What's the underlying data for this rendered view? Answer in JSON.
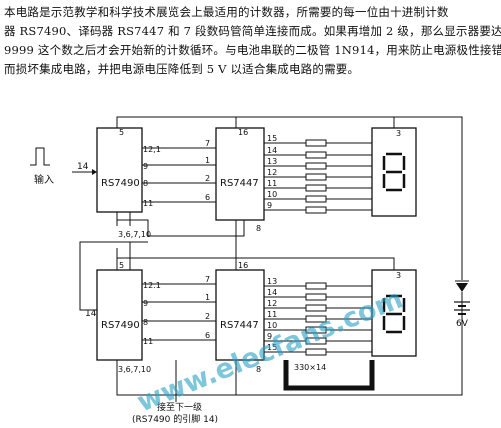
{
  "paragraph": [
    "本电路是示范教学和科学技术展览会上最适用的计数器，所需要的每一位由十进制计数",
    "器 RS7490、译码器 RS7447 和 7 段数码管简单连接而成。如果再增加 2 级，那么显示器要达到",
    "9999 这个数之后才会开始新的计数循环。与电池串联的二极管 1N914，用来防止电源极性接错",
    "而损坏集成电路，并把电源电压降低到 5 V 以适合集成电路的需要。"
  ],
  "input_label": "输入",
  "counter_label": "RS7490",
  "decoder_label": "RS7447",
  "stage1": {
    "counter_pins": {
      "vcc": "5",
      "in": "14",
      "q_a": "12,1",
      "q_b": "9",
      "q_c": "8",
      "q_d": "11",
      "gnd": "3,6,7,10"
    },
    "decoder_pins": {
      "vcc": "16",
      "a": "7",
      "b": "1",
      "c": "2",
      "d": "6",
      "gnd": "8"
    },
    "segment_pins": [
      "15",
      "14",
      "13",
      "12",
      "11",
      "10",
      "9"
    ],
    "display_pin": "3"
  },
  "stage2": {
    "counter_pins": {
      "vcc": "5",
      "in": "14",
      "q_a": "12.1",
      "q_b": "9",
      "q_c": "8",
      "q_d": "11",
      "gnd": "3,6,7,10"
    },
    "decoder_pins": {
      "vcc": "16",
      "a": "7",
      "b": "1",
      "c": "2",
      "d": "6",
      "gnd": "8"
    },
    "segment_pins": [
      "13",
      "14",
      "12",
      "11",
      "10",
      "9",
      "15"
    ],
    "display_pin": "3"
  },
  "resistor_label": "330×14",
  "battery_label": "6V",
  "next_stage_label_1": "接至下一级",
  "next_stage_label_2": "(RS7490 的引脚 14)",
  "watermark": "www.elecfans.com"
}
